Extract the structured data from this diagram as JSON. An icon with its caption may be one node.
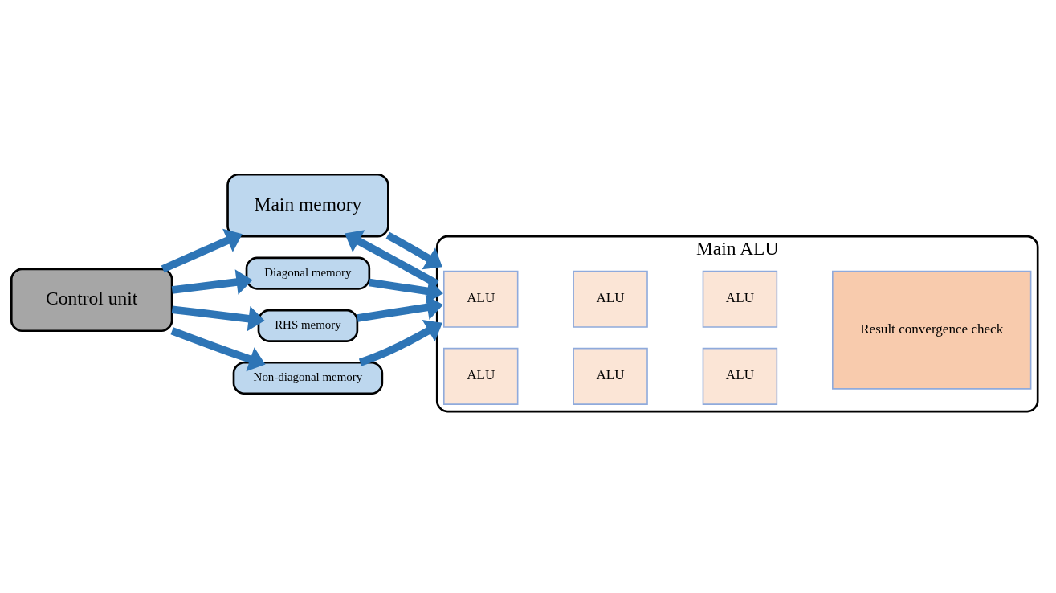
{
  "diagram": {
    "nodes": [
      {
        "text": [
          "Control unit"
        ]
      },
      {
        "text": [
          "Main memory"
        ]
      },
      {
        "text": [
          "Diagonal memory"
        ]
      },
      {
        "text": [
          "RHS memory"
        ]
      },
      {
        "text": [
          "Non-diagonal memory"
        ]
      },
      {
        "text": [
          "Main ALU"
        ]
      },
      {
        "text": [
          "ALU"
        ],
        "in": 5
      },
      {
        "text": [
          "ALU"
        ],
        "in": 5
      },
      {
        "text": [
          "ALU"
        ],
        "in": 5
      },
      {
        "text": [
          "ALU"
        ],
        "in": 5
      },
      {
        "text": [
          "ALU"
        ],
        "in": 5
      },
      {
        "text": [
          "ALU"
        ],
        "in": 5
      },
      {
        "text": [
          "Result convergence check"
        ],
        "in": 5
      }
    ],
    "edges": [
      {
        "from": 0,
        "to": 1,
        "arrow": "to"
      },
      {
        "from": 0,
        "to": 2,
        "arrow": "to"
      },
      {
        "from": 0,
        "to": 3,
        "arrow": "to"
      },
      {
        "from": 0,
        "to": 4,
        "arrow": "to"
      },
      {
        "from": 1,
        "to": 5,
        "arrow": "to"
      },
      {
        "from": 5,
        "to": 1,
        "arrow": "to"
      },
      {
        "from": 2,
        "to": 5,
        "arrow": "to"
      },
      {
        "from": 3,
        "to": 5,
        "arrow": "to"
      },
      {
        "from": 4,
        "to": 5,
        "arrow": "to"
      }
    ]
  }
}
